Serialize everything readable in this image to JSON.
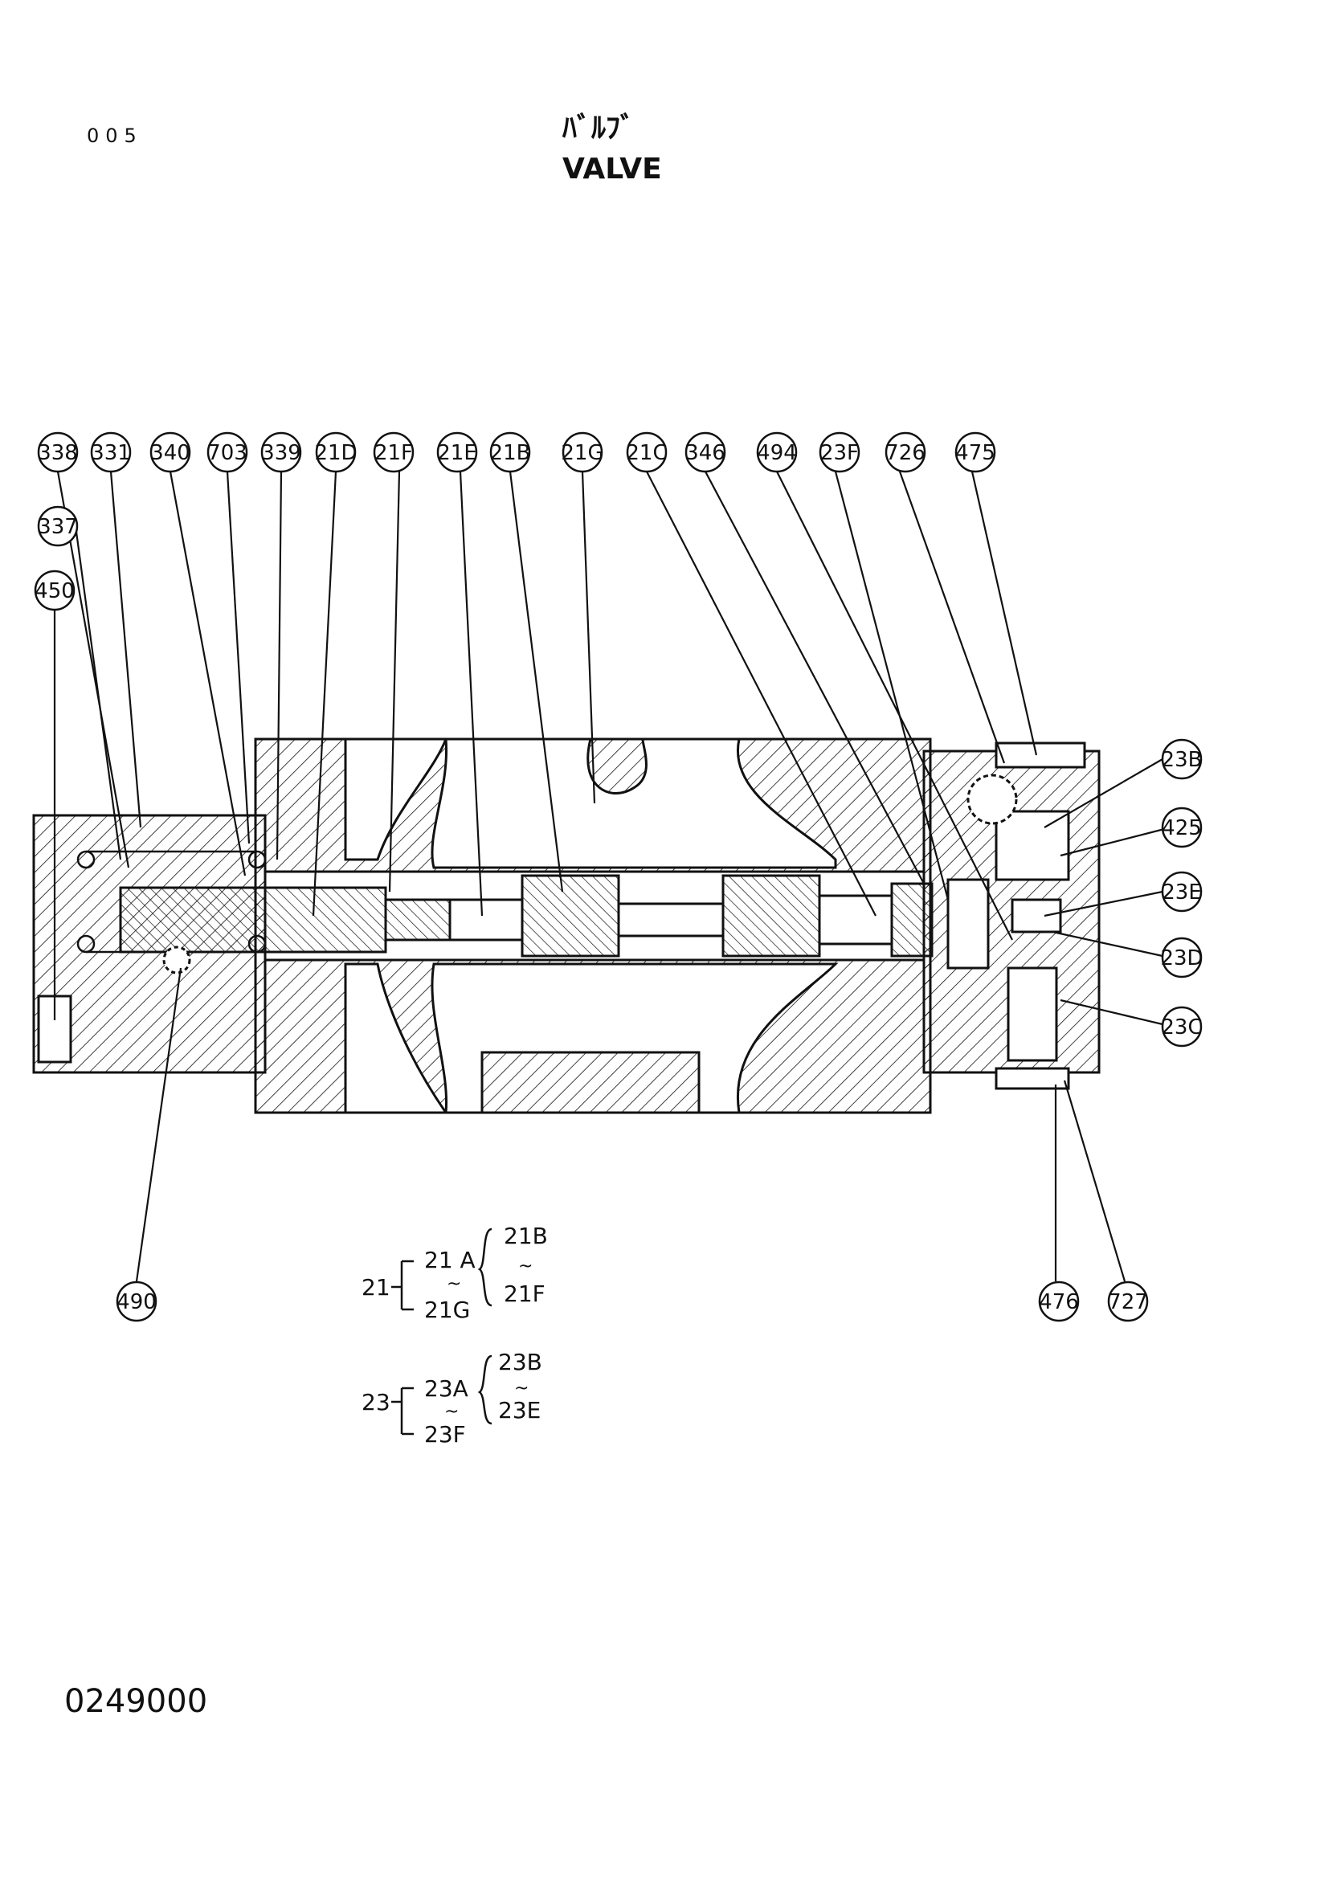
{
  "header": {
    "page_code": "005",
    "title_jp": "ﾊﾞﾙﾌﾞ",
    "title_en": "VALVE"
  },
  "callouts": {
    "c338": "338",
    "c331": "331",
    "c340": "340",
    "c703": "703",
    "c339": "339",
    "c21D": "21D",
    "c21F": "21F",
    "c21E": "21E",
    "c21B": "21B",
    "c21G": "21G",
    "c21C": "21C",
    "c346": "346",
    "c494": "494",
    "c23F": "23F",
    "c726": "726",
    "c475": "475",
    "c337": "337",
    "c450": "450",
    "c23B": "23B",
    "c425": "425",
    "c23E": "23E",
    "c23D": "23D",
    "c23C": "23C",
    "c490": "490",
    "c476": "476",
    "c727": "727"
  },
  "groups": {
    "g21": {
      "parent": "21",
      "range_start": "21 A",
      "range_end": "21G",
      "sub_start": "21B",
      "sub_end": "21F"
    },
    "g23": {
      "parent": "23",
      "range_start": "23A",
      "range_end": "23F",
      "sub_start": "23B",
      "sub_end": "23E"
    }
  },
  "footer": {
    "doc_no": "0249000"
  },
  "colors": {
    "ink": "#111111",
    "paper": "#ffffff"
  }
}
